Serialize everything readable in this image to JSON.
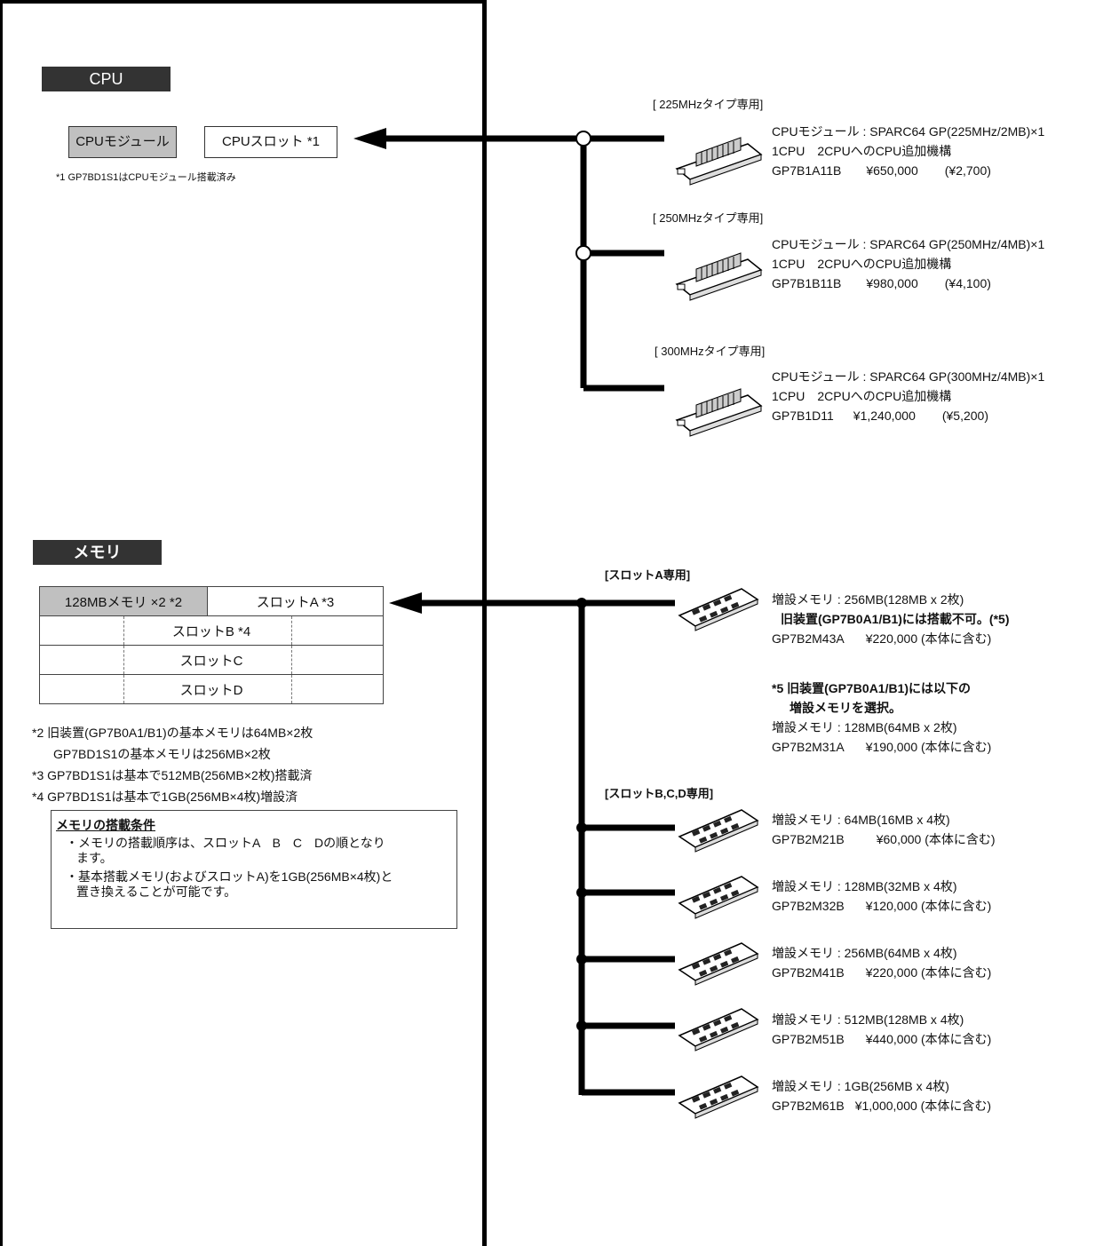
{
  "cpu": {
    "header": "CPU",
    "module_box": "CPUモジュール",
    "slot_box": "CPUスロット *1",
    "footnote": "*1 GP7BD1S1はCPUモジュール搭載済み",
    "options": [
      {
        "type_label": "[ 225MHzタイプ専用]",
        "line1": "CPUモジュール : SPARC64 GP(225MHz/2MB)×1",
        "line2": "1CPU　2CPUへのCPU追加機構",
        "part_no": "GP7B1A11B",
        "price": "¥650,000",
        "monthly": "(¥2,700)"
      },
      {
        "type_label": "[ 250MHzタイプ専用]",
        "line1": "CPUモジュール : SPARC64 GP(250MHz/4MB)×1",
        "line2": "1CPU　2CPUへのCPU追加機構",
        "part_no": "GP7B1B11B",
        "price": "¥980,000",
        "monthly": "(¥4,100)"
      },
      {
        "type_label": "[ 300MHzタイプ専用]",
        "line1": "CPUモジュール : SPARC64 GP(300MHz/4MB)×1",
        "line2": "1CPU　2CPUへのCPU追加機構",
        "part_no": "GP7B1D11",
        "price": "¥1,240,000",
        "monthly": "(¥5,200)"
      }
    ]
  },
  "memory": {
    "header": "メモリ",
    "table": {
      "base_cell": "128MBメモリ ×2 *2",
      "slot_a": "スロットA *3",
      "slot_b": "スロットB *4",
      "slot_c": "スロットC",
      "slot_d": "スロットD"
    },
    "notes": [
      "*2 旧装置(GP7B0A1/B1)の基本メモリは64MB×2枚",
      "GP7BD1S1の基本メモリは256MB×2枚",
      "*3 GP7BD1S1は基本で512MB(256MB×2枚)搭載済",
      "*4 GP7BD1S1は基本で1GB(256MB×4枚)増設済"
    ],
    "conditions": {
      "title": "メモリの搭載条件",
      "items": [
        "・メモリの搭載順序は、スロットA　B　C　Dの順となり",
        "ます。",
        "・基本搭載メモリ(およびスロットA)を1GB(256MB×4枚)と",
        "置き換えることが可能です。"
      ]
    },
    "slot_a_label": "[スロットA専用]",
    "slot_a_option": {
      "line1": "増設メモリ : 256MB(128MB x 2枚)",
      "line2": "旧装置(GP7B0A1/B1)には搭載不可。(*5)",
      "part_no": "GP7B2M43A",
      "price": "¥220,000 (本体に含む)"
    },
    "note5": {
      "line1": "*5 旧装置(GP7B0A1/B1)には以下の",
      "line2": "増設メモリを選択。",
      "line3": "増設メモリ : 128MB(64MB x 2枚)",
      "part_no": "GP7B2M31A",
      "price": "¥190,000 (本体に含む)"
    },
    "slot_bcd_label": "[スロットB,C,D専用]",
    "slot_bcd_options": [
      {
        "line1": "増設メモリ : 64MB(16MB x 4枚)",
        "part_no": "GP7B2M21B",
        "price": "¥60,000 (本体に含む)"
      },
      {
        "line1": "増設メモリ : 128MB(32MB x 4枚)",
        "part_no": "GP7B2M32B",
        "price": "¥120,000 (本体に含む)"
      },
      {
        "line1": "増設メモリ : 256MB(64MB x 4枚)",
        "part_no": "GP7B2M41B",
        "price": "¥220,000 (本体に含む)"
      },
      {
        "line1": "増設メモリ : 512MB(128MB x 4枚)",
        "part_no": "GP7B2M51B",
        "price": "¥440,000 (本体に含む)"
      },
      {
        "line1": "増設メモリ : 1GB(256MB x 4枚)",
        "part_no": "GP7B2M61B",
        "price": "¥1,000,000 (本体に含む)"
      }
    ]
  }
}
